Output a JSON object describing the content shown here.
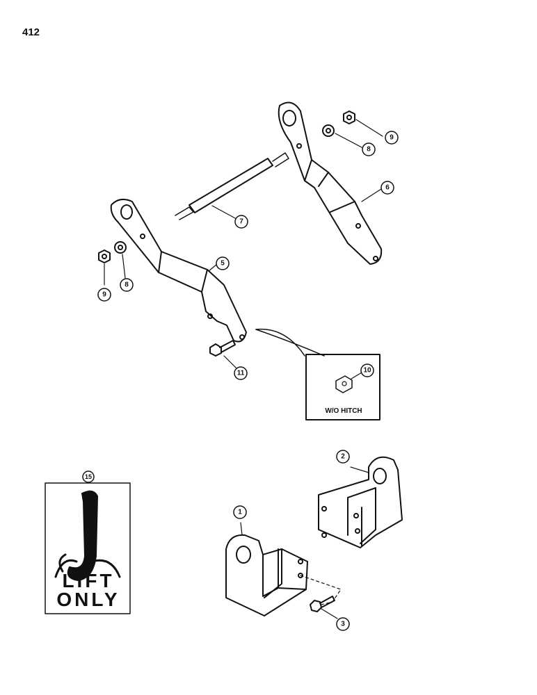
{
  "page": {
    "number": "412"
  },
  "inset": {
    "label": "W/O HITCH"
  },
  "decal": {
    "line1": "LIFT",
    "line2": "ONLY"
  },
  "callouts": {
    "c1": "1",
    "c2": "2",
    "c3": "3",
    "c5": "5",
    "c6": "6",
    "c7": "7",
    "c8a": "8",
    "c8b": "8",
    "c9a": "9",
    "c9b": "9",
    "c10": "10",
    "c11": "11",
    "c15": "15"
  }
}
